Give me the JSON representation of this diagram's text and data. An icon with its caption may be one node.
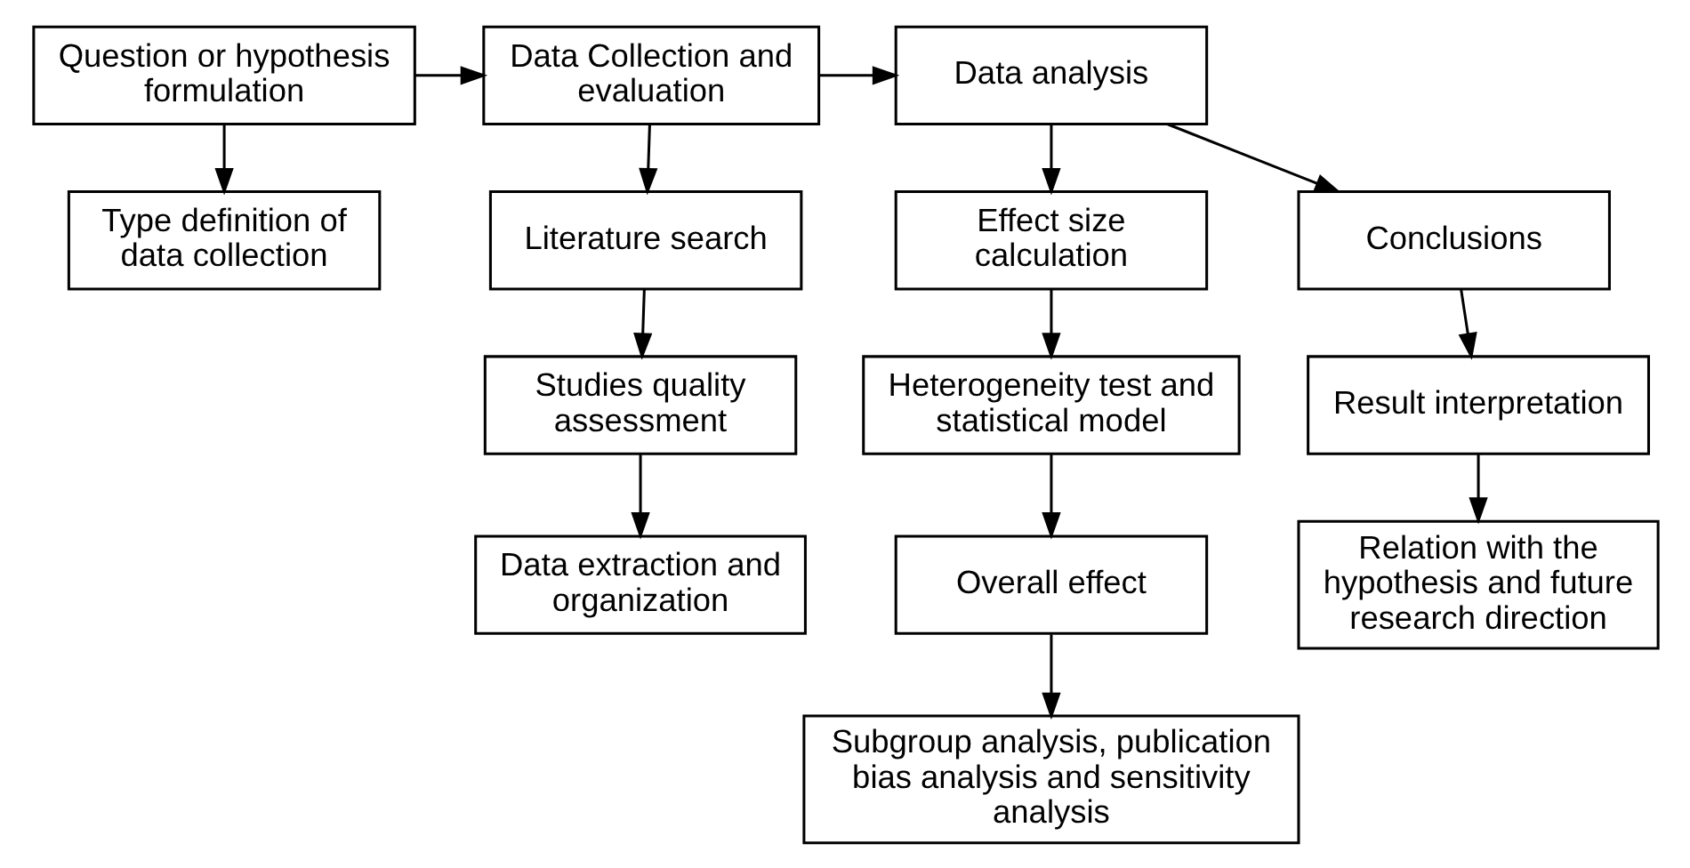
{
  "diagram": {
    "nodes": [
      {
        "text": [
          "Question or hypothesis formulation"
        ]
      },
      {
        "text": [
          "Type definition of data collection"
        ]
      },
      {
        "text": [
          "Data Collection and evaluation"
        ]
      },
      {
        "text": [
          "Literature search"
        ]
      },
      {
        "text": [
          "Studies quality assessment"
        ]
      },
      {
        "text": [
          "Data extraction and organization"
        ]
      },
      {
        "text": [
          "Data analysis"
        ]
      },
      {
        "text": [
          "Effect size calculation"
        ]
      },
      {
        "text": [
          "Heterogeneity test and statistical model"
        ]
      },
      {
        "text": [
          "Overall effect"
        ]
      },
      {
        "text": [
          "Subgroup analysis, publication bias analysis and sensitivity analysis"
        ]
      },
      {
        "text": [
          "Conclusions"
        ]
      },
      {
        "text": [
          "Result interpretation"
        ]
      },
      {
        "text": [
          "Relation with the hypothesis and future research direction"
        ]
      }
    ],
    "edges": [
      {
        "from": 0,
        "to": 2,
        "arrow": "to"
      },
      {
        "from": 2,
        "to": 6,
        "arrow": "to"
      },
      {
        "from": 6,
        "to": 11,
        "arrow": "to"
      },
      {
        "from": 0,
        "to": 1,
        "arrow": "to"
      },
      {
        "from": 2,
        "to": 3,
        "arrow": "to"
      },
      {
        "from": 3,
        "to": 4,
        "arrow": "to"
      },
      {
        "from": 4,
        "to": 5,
        "arrow": "to"
      },
      {
        "from": 6,
        "to": 7,
        "arrow": "to"
      },
      {
        "from": 7,
        "to": 8,
        "arrow": "to"
      },
      {
        "from": 8,
        "to": 9,
        "arrow": "to"
      },
      {
        "from": 9,
        "to": 10,
        "arrow": "to"
      },
      {
        "from": 11,
        "to": 12,
        "arrow": "to"
      },
      {
        "from": 12,
        "to": 13,
        "arrow": "to"
      }
    ]
  }
}
